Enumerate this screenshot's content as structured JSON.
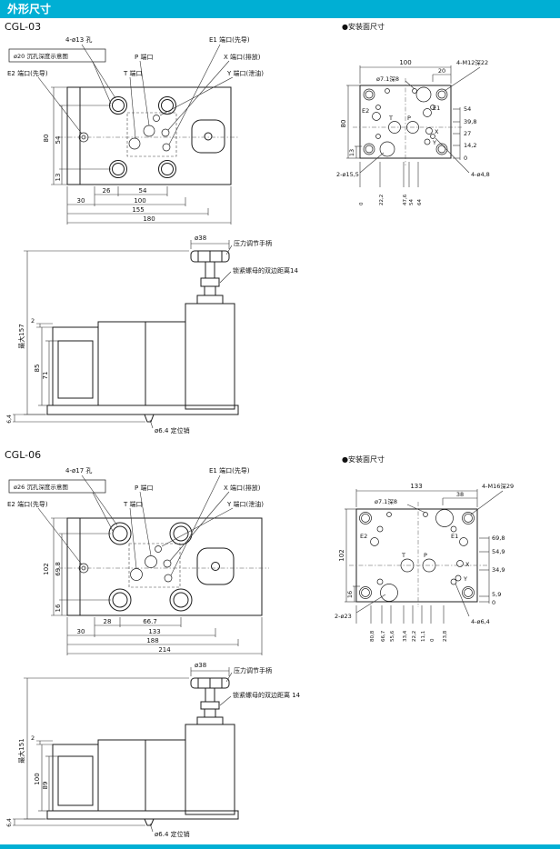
{
  "page": {
    "header_title": "外形尺寸",
    "accent_color": "#00afd4"
  },
  "cgl03": {
    "model": "CGL-03",
    "mount_title": "●安装面尺寸",
    "plan": {
      "callout_holes": "4-ø13 孔",
      "callout_cbore": "ø20 沉孔深度示意图",
      "callout_e2": "E2 端口(先导)",
      "callout_t": "T 端口",
      "callout_p": "P 端口",
      "callout_e1": "E1 端口(先导)",
      "callout_x": "X 端口(排放)",
      "callout_y": "Y 端口(泄油)",
      "dim_h": "80",
      "dim_hole_v": "54",
      "dim_bottom_margin": "13",
      "dim_a": "26",
      "dim_b": "54",
      "dim_c": "30",
      "dim_d": "100",
      "dim_e": "155",
      "dim_f": "180"
    },
    "mount": {
      "dim_width": "100",
      "pilot_hole": "ø7.1深8",
      "dim_edge": "20",
      "tap": "4-M12深22",
      "port_e2": "E2",
      "port_e1": "E1",
      "port_t": "T",
      "port_p": "P",
      "port_x": "X",
      "port_y": "Y",
      "right_dims": [
        "54",
        "39,8",
        "27",
        "14,2",
        "0"
      ],
      "dim_height": "80",
      "dim_margin": "13",
      "pin_holes": "2-ø15,5",
      "drain_holes": "4-ø4,8",
      "bottom_dims": [
        "0",
        "22,2",
        "47,6",
        "54",
        "64"
      ]
    },
    "side": {
      "knob_dia": "ø38",
      "handle_label": "压力调节手柄",
      "locknut_label": "锁紧螺母的双边距离14",
      "max_height": "最大157",
      "dim_step": "2",
      "dim_body": "85",
      "dim_inner": "71",
      "dim_pin_h": "6,4",
      "pin_label": "ø6.4 定位销"
    }
  },
  "cgl06": {
    "model": "CGL-06",
    "mount_title": "●安装面尺寸",
    "plan": {
      "callout_holes": "4-ø17 孔",
      "callout_cbore": "ø26 沉孔深度示意图",
      "callout_e2": "E2 端口(先导)",
      "callout_t": "T 端口",
      "callout_p": "P 端口",
      "callout_e1": "E1 端口(先导)",
      "callout_x": "X 端口(排放)",
      "callout_y": "Y 端口(泄油)",
      "dim_h": "102",
      "dim_hole_v": "69.8",
      "dim_bottom_margin": "16",
      "dim_a": "28",
      "dim_b": "66.7",
      "dim_c": "30",
      "dim_d": "133",
      "dim_e": "188",
      "dim_f": "214"
    },
    "mount": {
      "dim_width": "133",
      "pilot_hole": "ø7.1深8",
      "dim_edge": "38",
      "tap": "4-M16深29",
      "port_e2": "E2",
      "port_e1": "E1",
      "port_t": "T",
      "port_p": "P",
      "port_x": "X",
      "port_y": "Y",
      "right_dims": [
        "69,8",
        "54,9",
        "34,9",
        "5,9",
        "0"
      ],
      "dim_height": "102",
      "dim_margin": "16",
      "pin_holes": "2-ø23",
      "drain_holes": "4-ø6,4",
      "bottom_dims": [
        "80,8",
        "66,7",
        "55,6",
        "33,4",
        "22,2",
        "11,1",
        "0",
        "23,8"
      ]
    },
    "side": {
      "knob_dia": "ø38",
      "handle_label": "压力调节手柄",
      "locknut_label": "锁紧螺母的双边距离 14",
      "max_height": "最大151",
      "dim_step": "2",
      "dim_body": "100",
      "dim_inner": "89",
      "dim_pin_h": "6,4",
      "pin_label": "ø6.4 定位销"
    }
  }
}
